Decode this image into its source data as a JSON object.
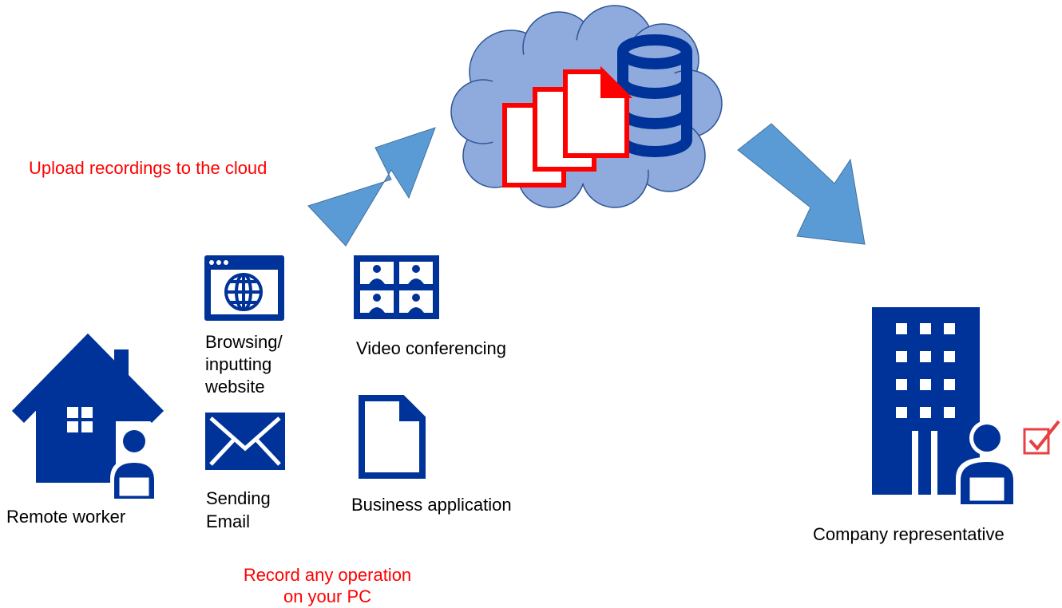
{
  "colors": {
    "icon_blue": "#003399",
    "arrow_blue": "#5b9bd5",
    "cloud_fill": "#8faadc",
    "cloud_stroke": "#2f5597",
    "doc_red": "#ff0000",
    "accent_red": "#ff0000"
  },
  "labels": {
    "upload": "Upload recordings to the cloud",
    "record_line1": "Record any operation",
    "record_line2": "on your PC",
    "remote_worker": "Remote worker",
    "company_rep": "Company representative",
    "browsing_line1": "Browsing/",
    "browsing_line2": "inputting",
    "browsing_line3": "website",
    "video_conf": "Video conferencing",
    "email_line1": "Sending",
    "email_line2": "Email",
    "business_app": "Business application"
  },
  "icons": [
    "cloud-icon",
    "database-icon",
    "document-stack-icon",
    "house-icon",
    "worker-icon",
    "browser-globe-icon",
    "video-grid-icon",
    "envelope-icon",
    "document-icon",
    "office-building-icon",
    "checkbox-icon",
    "arrow-up-right",
    "arrow-down-right"
  ]
}
